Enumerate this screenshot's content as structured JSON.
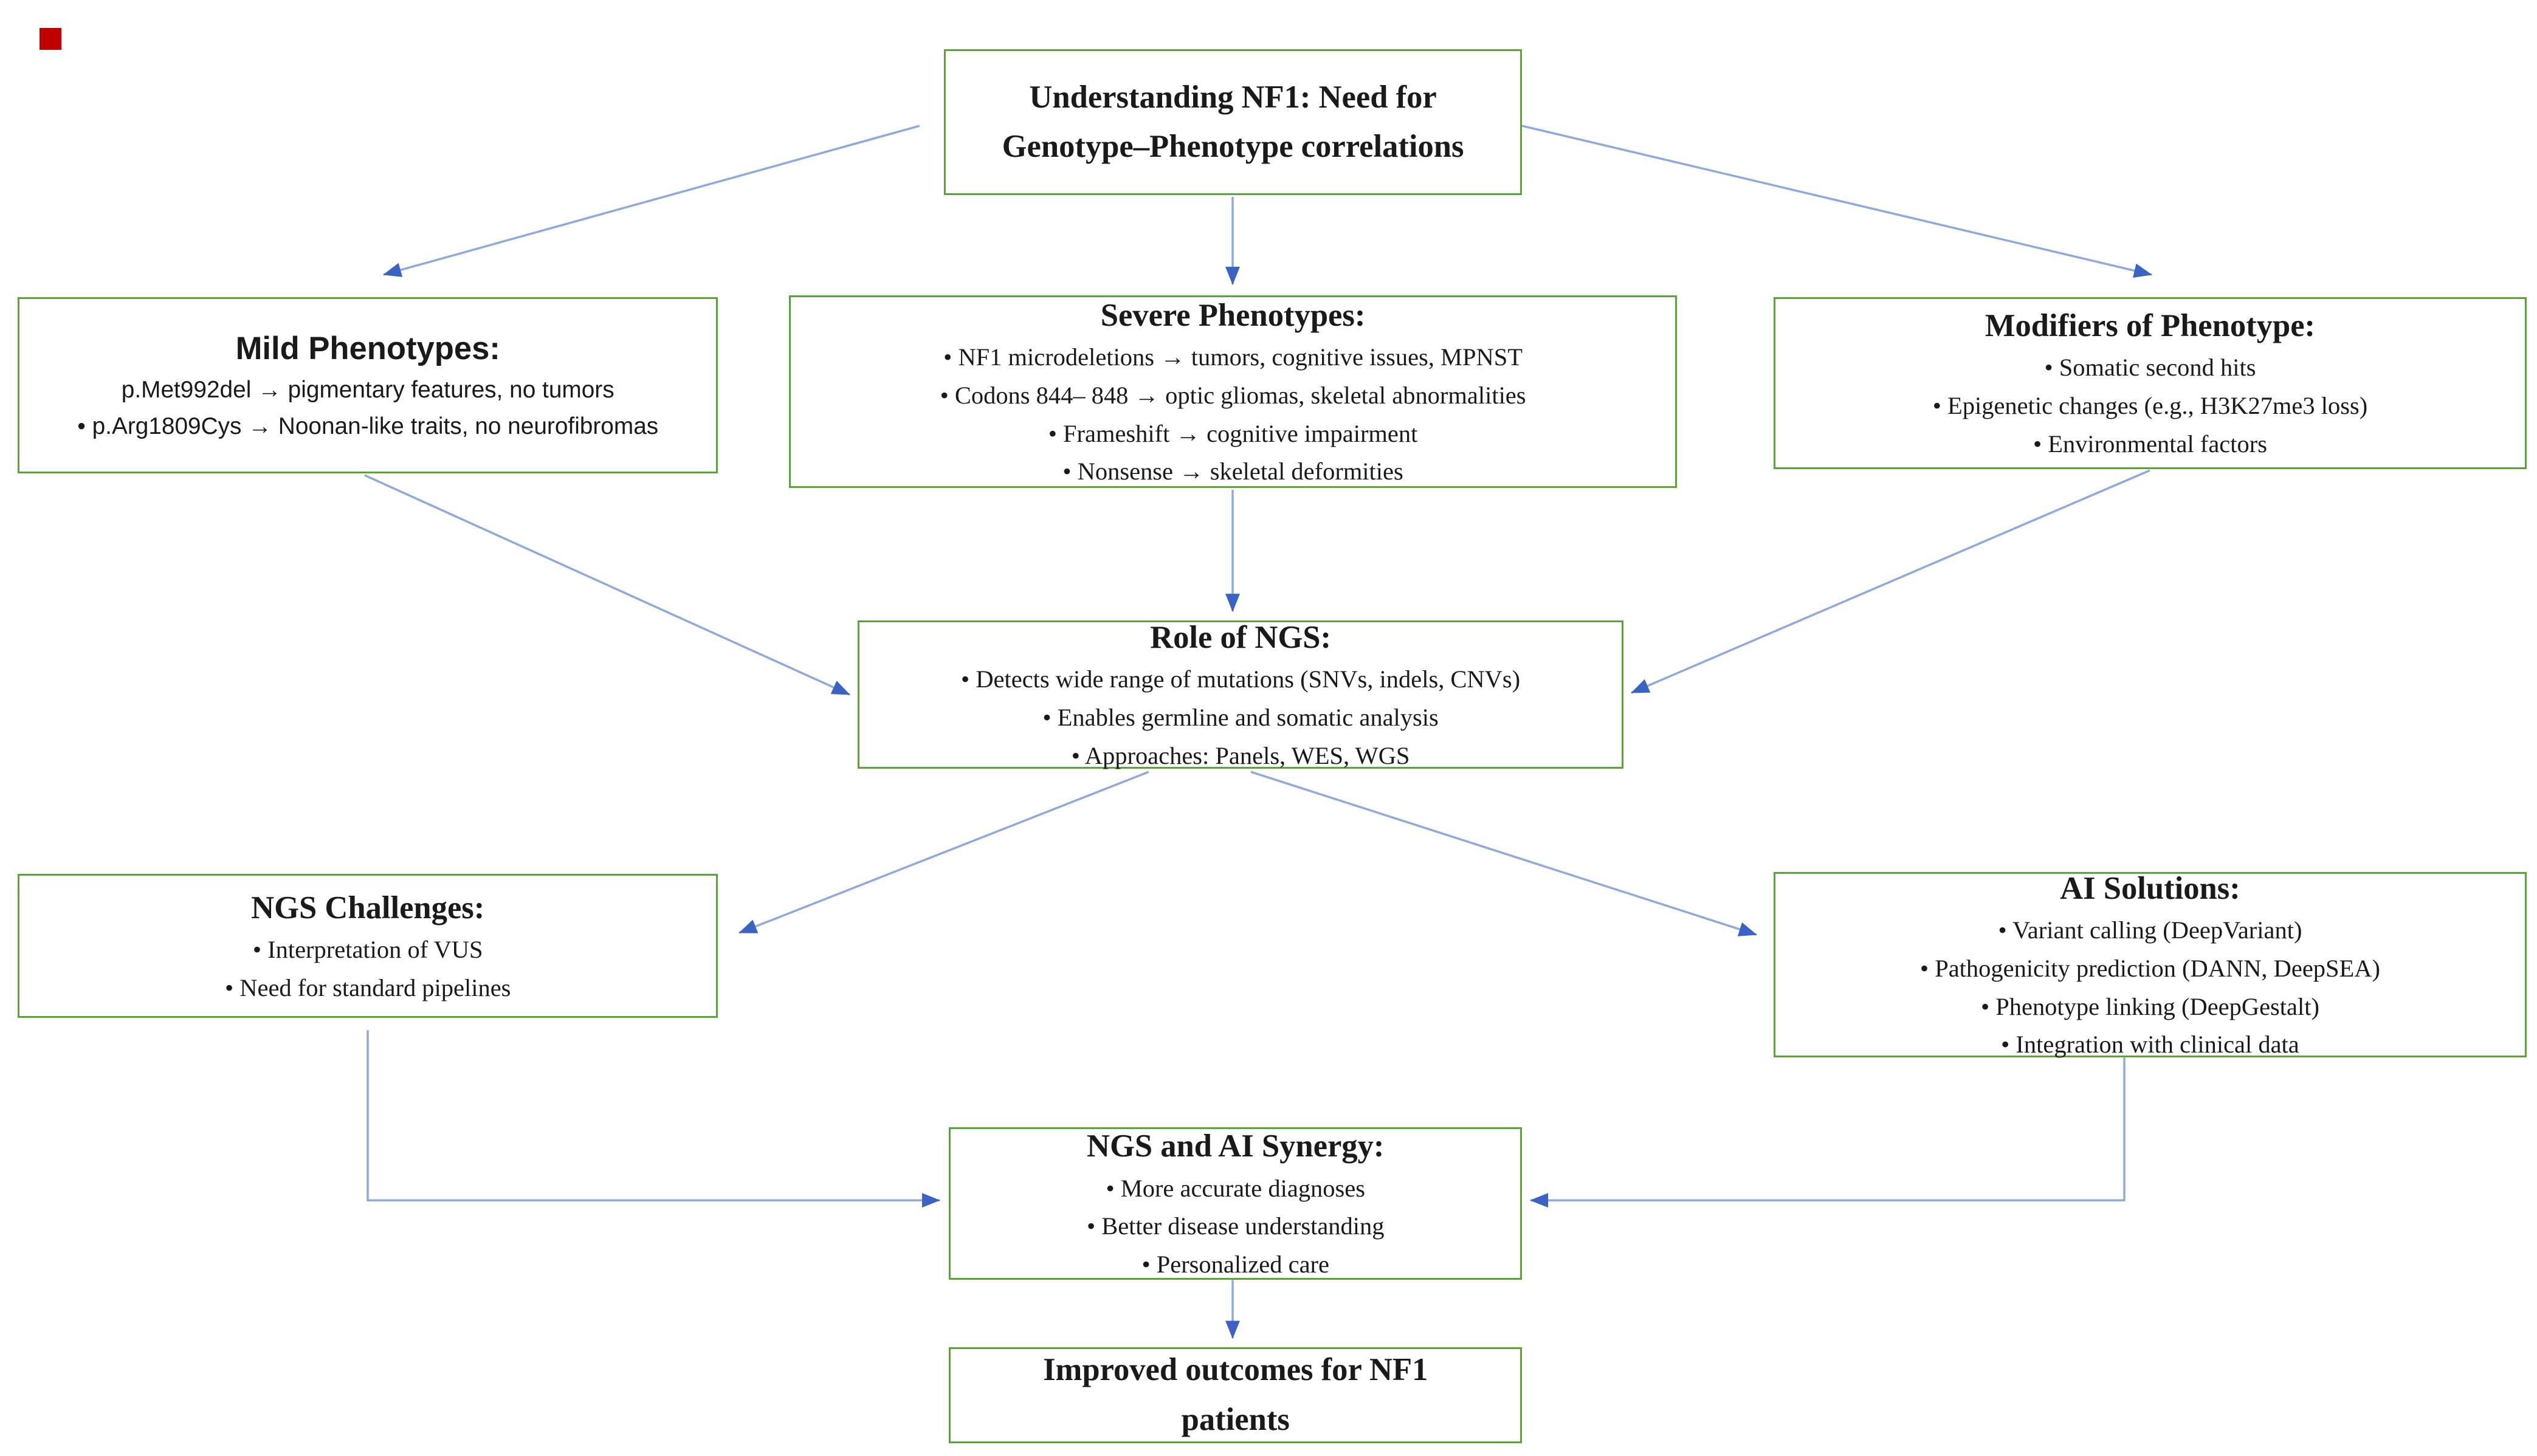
{
  "colors": {
    "background": "#ffffff",
    "text": "#1a1a1a",
    "box_border": "#5aa336",
    "arrow_line": "#8da9de",
    "arrow_head": "#3a63c4",
    "marker_red": "#c00000"
  },
  "boxes": {
    "understanding": {
      "title_line1": "Understanding NF1: Need for",
      "title_line2": "Genotype–Phenotype correlations"
    },
    "mild": {
      "heading": "Mild Phenotypes:",
      "lines": [
        "p.Met992del → pigmentary features, no tumors",
        "• p.Arg1809Cys → Noonan-like traits, no neurofibromas"
      ]
    },
    "severe": {
      "heading": "Severe Phenotypes:",
      "lines": [
        "• NF1 microdeletions → tumors, cognitive issues, MPNST",
        "• Codons 844– 848 → optic gliomas, skeletal abnormalities",
        "• Frameshift → cognitive impairment",
        "• Nonsense → skeletal deformities"
      ]
    },
    "modifiers": {
      "heading": "Modifiers of Phenotype:",
      "lines": [
        "• Somatic second hits",
        "• Epigenetic changes (e.g., H3K27me3 loss)",
        "• Environmental factors"
      ]
    },
    "role_ngs": {
      "heading": "Role of NGS:",
      "lines": [
        "• Detects wide range of mutations (SNVs, indels, CNVs)",
        "• Enables germline and somatic analysis",
        "• Approaches: Panels, WES, WGS"
      ]
    },
    "challenges": {
      "heading": "NGS Challenges:",
      "lines": [
        "• Interpretation of VUS",
        "• Need for standard pipelines"
      ]
    },
    "ai": {
      "heading": "AI Solutions:",
      "lines": [
        "• Variant calling (DeepVariant)",
        "• Pathogenicity prediction (DANN, DeepSEA)",
        "• Phenotype linking (DeepGestalt)",
        "• Integration with clinical data"
      ]
    },
    "synergy": {
      "heading": "NGS and AI Synergy:",
      "lines": [
        "• More accurate diagnoses",
        "• Better disease understanding",
        "• Personalized care"
      ]
    },
    "outcomes": {
      "title_line1": "Improved outcomes for NF1",
      "title_line2": "patients"
    }
  }
}
